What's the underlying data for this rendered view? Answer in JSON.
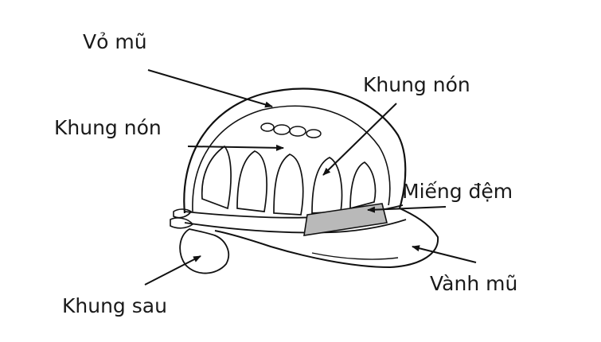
{
  "labels": {
    "shell": "Vỏ mũ",
    "frame_left": "Khung nón",
    "frame_right": "Khung nón",
    "pad": "Miếng đệm",
    "brim": "Vành mũ",
    "rear_frame": "Khung sau"
  },
  "colors": {
    "stroke": "#111111",
    "pad_fill": "#b9b9b9",
    "background": "#ffffff",
    "text": "#1a1a1a"
  }
}
